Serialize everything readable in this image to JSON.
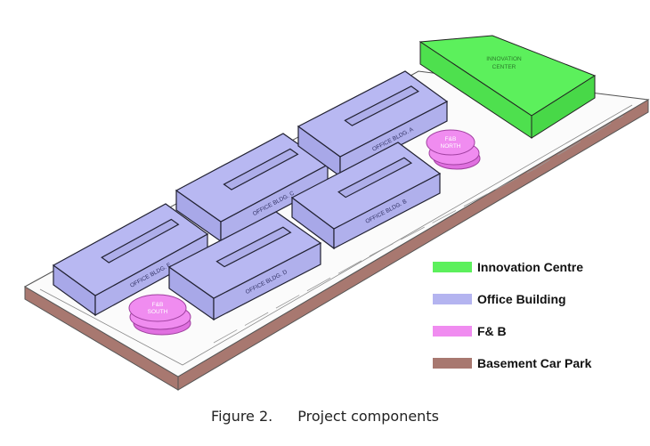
{
  "colors": {
    "innovation": "#5cf05c",
    "office": "#b4b4f0",
    "fnb": "#f08cf0",
    "carpark": "#a87870"
  },
  "buildings": {
    "innovation": "INNOVATION CENTER",
    "a": "OFFICE BLDG. A",
    "b": "OFFICE BLDG. B",
    "c": "OFFICE BLDG. C",
    "d": "OFFICE BLDG. D",
    "e": "OFFICE BLDG. E",
    "fnb_north_1": "F&B",
    "fnb_north_2": "NORTH",
    "fnb_south_1": "F&B",
    "fnb_south_2": "SOUTH",
    "innovation_1": "INNOVATION",
    "innovation_2": "CENTER"
  },
  "legend": [
    {
      "label": "Innovation Centre",
      "color": "#5cf05c"
    },
    {
      "label": "Office Building",
      "color": "#b4b4f0"
    },
    {
      "label": "F& B",
      "color": "#f08cf0"
    },
    {
      "label": "Basement Car Park",
      "color": "#a87870"
    }
  ],
  "caption": {
    "number": "Figure 2.",
    "title": "Project components"
  }
}
